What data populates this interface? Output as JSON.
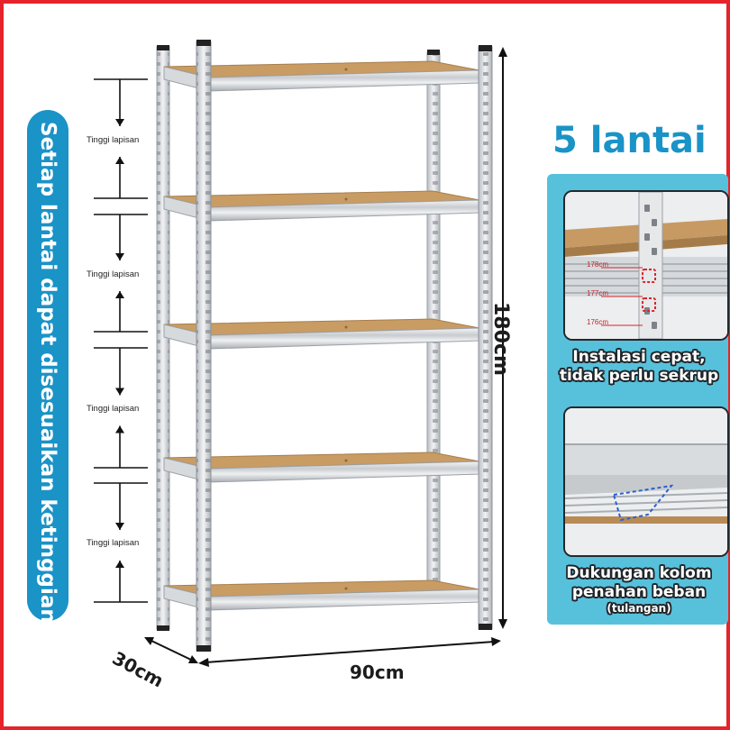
{
  "brand_color": "#1a93c7",
  "frame_color": "#e4242a",
  "side_label": "Setiap lantai dapat disesuaikan ketinggiannya",
  "title": "5 lantai",
  "layer_label": "Tinggi lapisan",
  "layer_labels": [
    "Tinggi lapisan",
    "Tinggi lapisan",
    "Tinggi lapisan",
    "Tinggi lapisan"
  ],
  "dimensions": {
    "width": "90cm",
    "depth": "30cm",
    "height": "180cm"
  },
  "feature1": {
    "caption_line1": "Instalasi cepat,",
    "caption_line2": "tidak perlu sekrup",
    "height_marks": [
      "178cm",
      "177cm",
      "176cm"
    ]
  },
  "feature2": {
    "caption_line1": "Dukungan kolom",
    "caption_line2": "penahan beban",
    "caption_sub": "(tulangan)"
  },
  "shelf_count": 5
}
